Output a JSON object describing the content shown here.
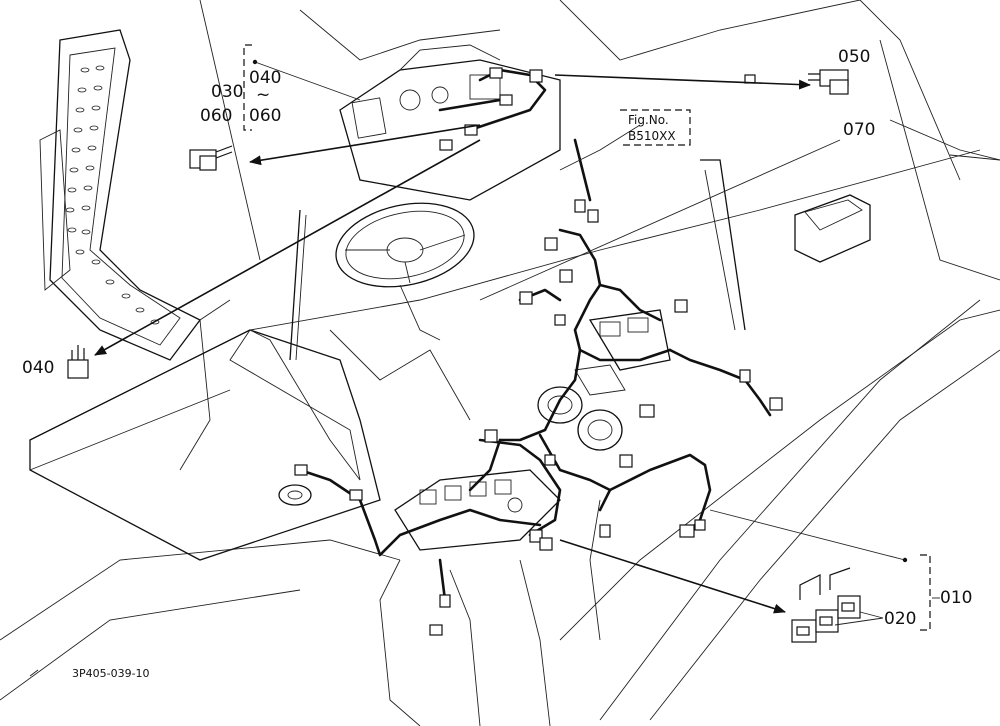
{
  "callouts": {
    "c010": "010",
    "c020": "020",
    "c030": "030",
    "c040_top": "040",
    "c040_tilde": "~",
    "c060_top": "060",
    "c060": "060",
    "c040": "040",
    "c050": "050",
    "c070": "070"
  },
  "fig": {
    "line1": "Fig.No.",
    "line2": "B510XX"
  },
  "drawing_code": "3P405-039-10"
}
